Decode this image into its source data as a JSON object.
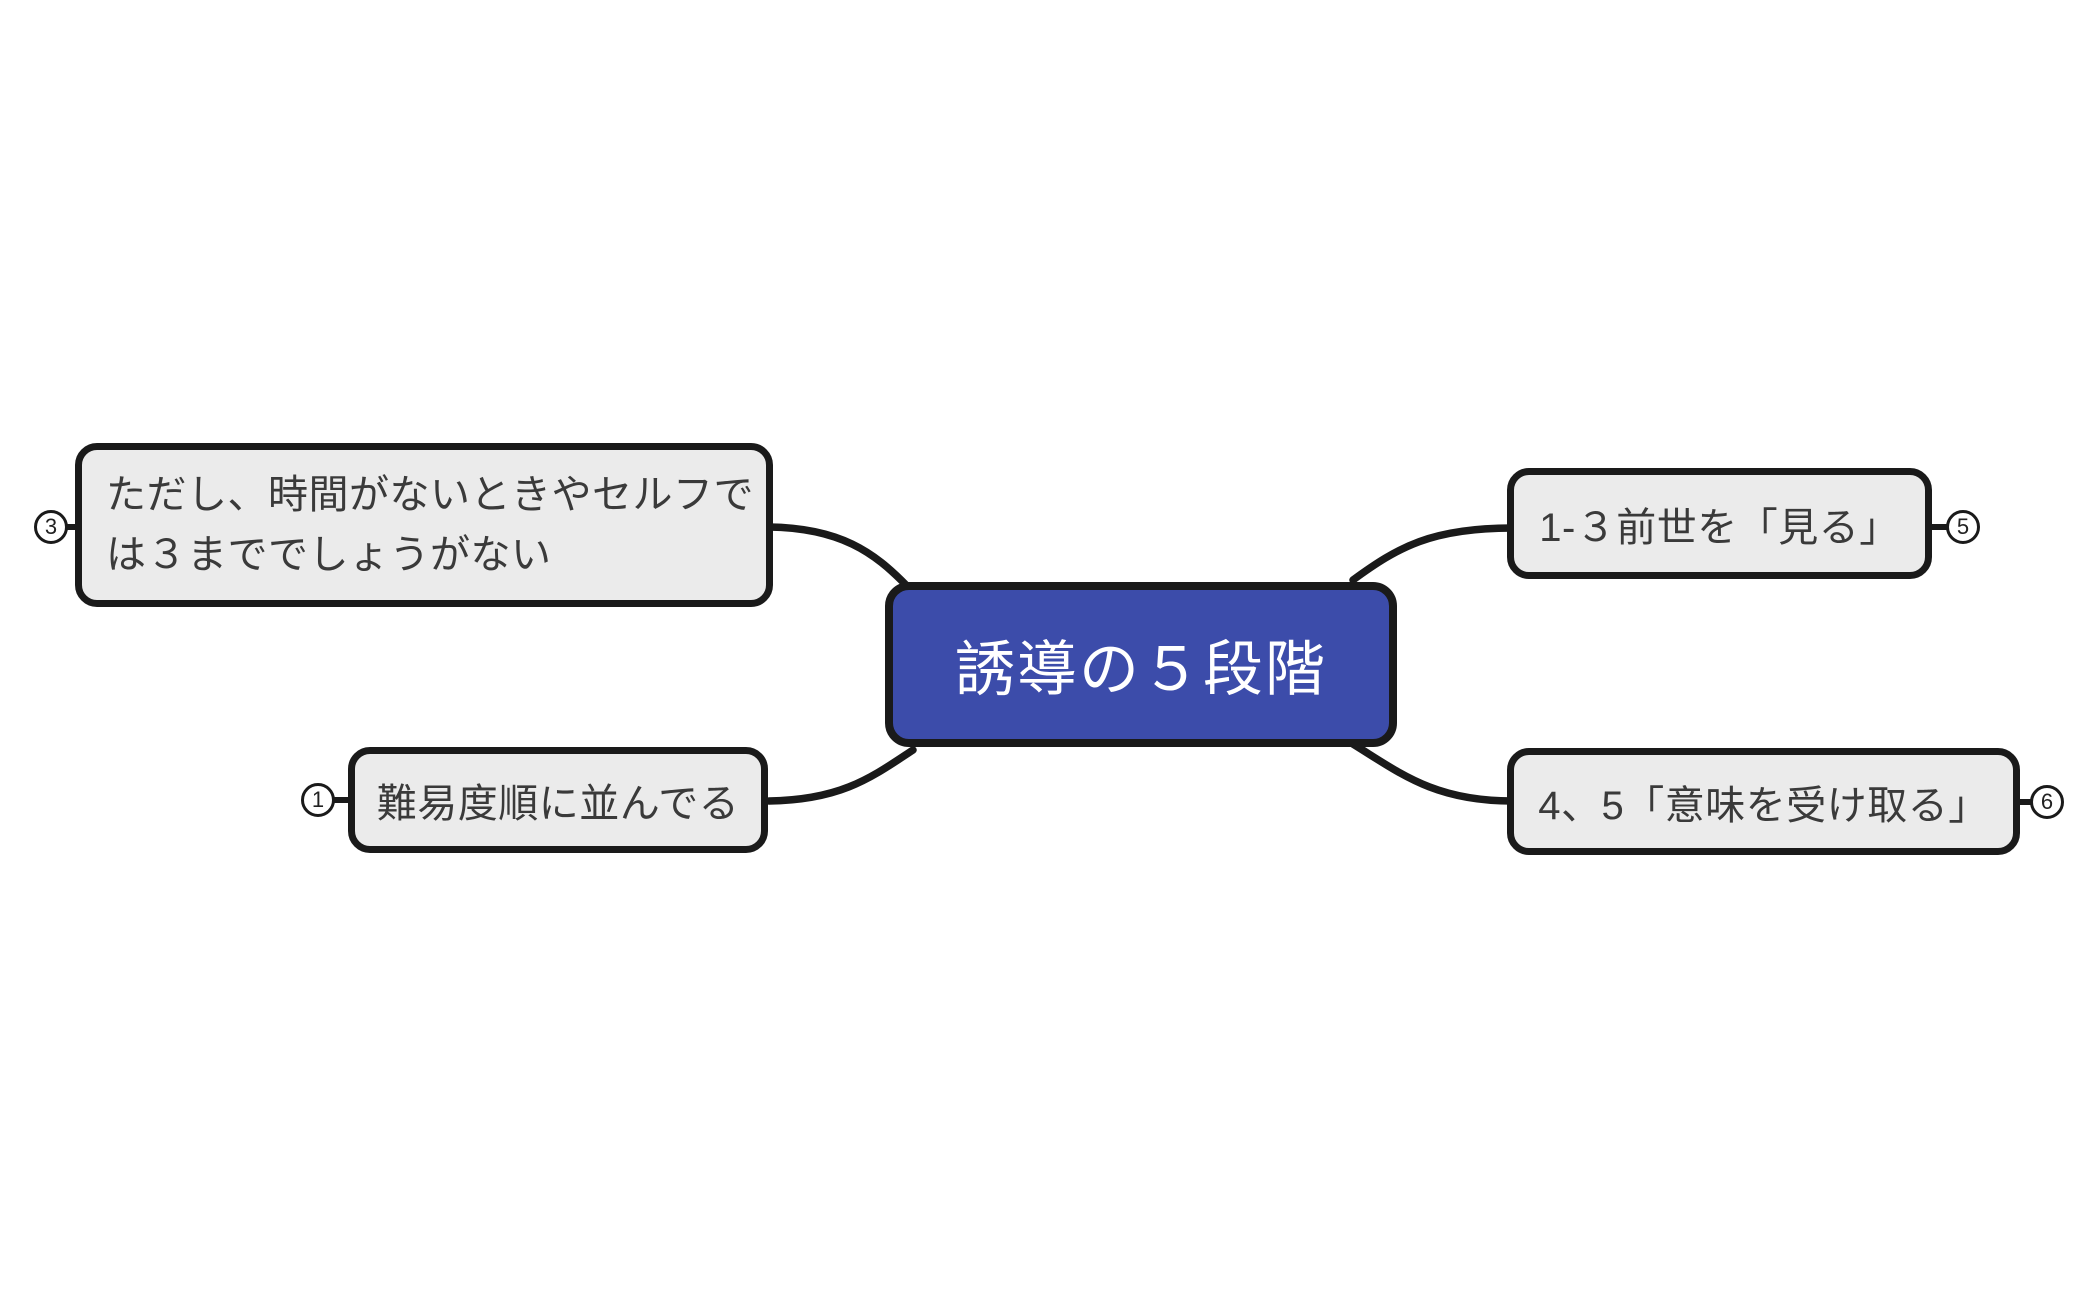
{
  "diagram": {
    "root": {
      "label": "誘導の５段階"
    },
    "nodes": {
      "caution": {
        "label": "ただし、時間がないときやセルフでは３まででしょうがない",
        "lines": [
          "ただし、時間がないときやセルフで",
          "は３まででしょうがない"
        ],
        "badge": "3"
      },
      "order": {
        "label": "難易度順に並んでる",
        "badge": "1"
      },
      "see": {
        "label": "1-３前世を「見る」",
        "badge": "5"
      },
      "meaning": {
        "label": "4、5「意味を受け取る」",
        "badge": "6"
      }
    },
    "colors": {
      "background": "#ffffff",
      "stroke": "#1a1a1a",
      "node_fill": "#ebebeb",
      "node_text": "#3a3a3a",
      "root_fill": "#3c4caa",
      "root_text": "#ffffff"
    }
  }
}
